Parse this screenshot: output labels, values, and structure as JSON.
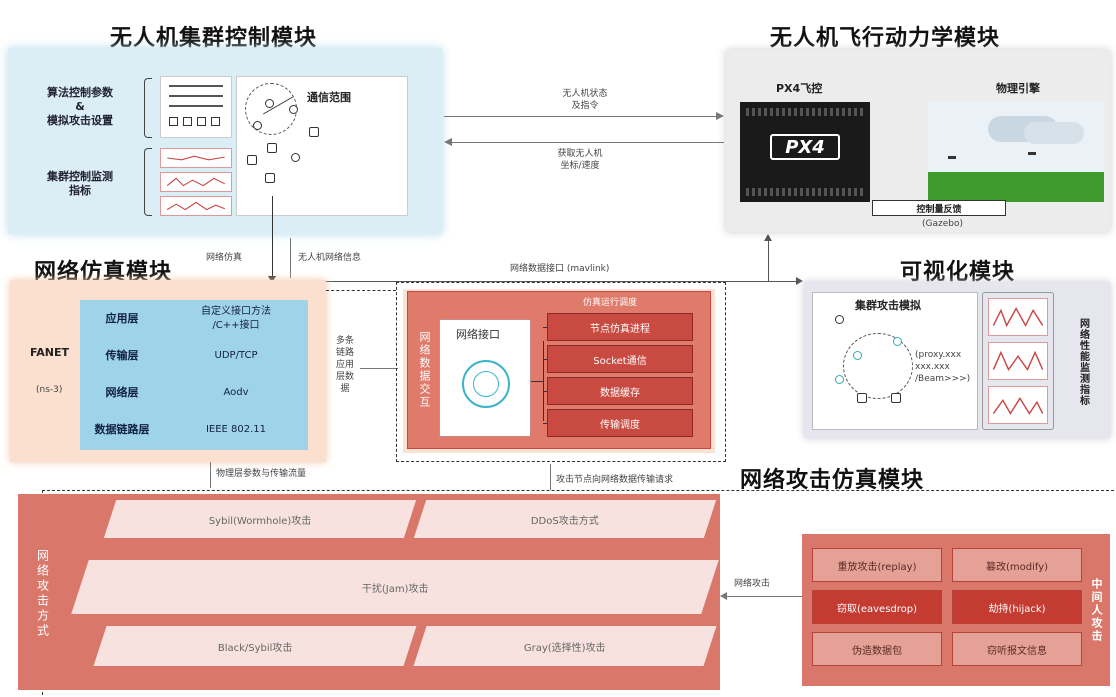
{
  "swarm": {
    "title": "无人机集群控制模块",
    "param_label": "算法控制参数\n&\n模拟攻击设置",
    "monitor_label": "集群控制监测\n指标",
    "comm_range": "通信范围"
  },
  "dynamics": {
    "title": "无人机飞行动力学模块",
    "px4_label": "PX4飞控",
    "physics_label": "物理引擎",
    "px4_logo": "PX4",
    "sync_label": "控制量反馈",
    "sync_sub": "(Gazebo)"
  },
  "links": {
    "uav_to_dyn": "无人机状态\n及指令",
    "dyn_to_uav": "获取无人机\n坐标/速度",
    "net_sim_info": "网络仿真",
    "uav_net_info": "无人机网络信息",
    "mavlink_label": "网络数据接口 (mavlink)",
    "left_bottom_note": "物理层参数与传输流量",
    "right_bottom_note": "攻击节点向网络数据传输请求",
    "attack_link": "网络攻击",
    "right_mid": "多条\n链路\n应用\n层数\n据"
  },
  "network": {
    "title": "网络仿真模块",
    "fanet": "FANET",
    "fanet_sub": "(ns-3)",
    "layers": [
      {
        "name": "应用层",
        "value": "自定义接口方法\n/C++接口"
      },
      {
        "name": "传输层",
        "value": "UDP/TCP"
      },
      {
        "name": "网络层",
        "value": "Aodv"
      },
      {
        "name": "数据链路层",
        "value": "IEEE 802.11"
      }
    ]
  },
  "channel": {
    "side_label": "网络数据交互",
    "header": "仿真运行调度",
    "center": "网络接口",
    "cells": [
      "节点仿真进程",
      "Socket通信",
      "数据缓存",
      "传输调度"
    ]
  },
  "visual": {
    "title": "可视化模块",
    "attack_sim": "集群攻击模拟",
    "metrics_label": "网络性能监测指标",
    "node_notes": "(proxy.xxx\nxxx.xxx\n/Beam>>>)"
  },
  "attack": {
    "title": "网络攻击仿真模块",
    "side_label": "网络攻击方式",
    "parallels": [
      "Sybil(Wormhole)攻击",
      "DDoS攻击方式",
      "干扰(Jam)攻击",
      "Black/Sybil攻击",
      "Gray(选择性)攻击"
    ],
    "mitm_label": "中间人攻击",
    "mitm_cells": [
      "重放攻击(replay)",
      "篡改(modify)",
      "窃取(eavesdrop)",
      "劫持(hijack)",
      "伪造数据包",
      "窃听报文信息"
    ]
  },
  "colors": {
    "swarm_bg": "#dff0f7",
    "dyn_bg": "#ececec",
    "net_bg": "#fbe3d2",
    "layer_bg": "#9fd3e8",
    "red": "#c84a40",
    "attack_bg": "#d9776a",
    "visual_bg": "#e6e6ef"
  }
}
